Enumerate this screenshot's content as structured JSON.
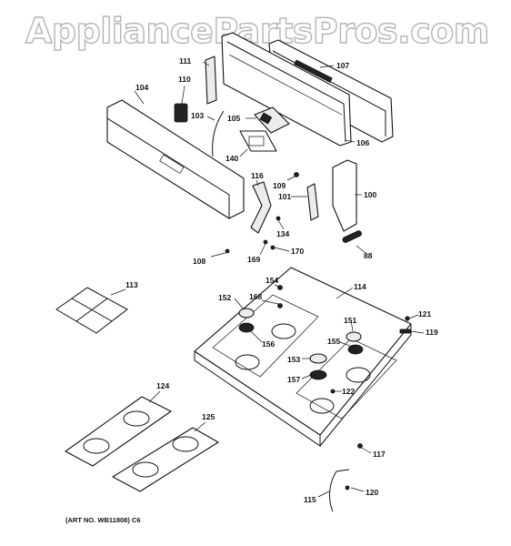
{
  "watermark": "AppliancePartsPros.com",
  "art_number": "(ART NO. WB11808) C6",
  "labels": {
    "p104": "104",
    "p110": "110",
    "p111": "111",
    "p107": "107",
    "p103": "103",
    "p105": "105",
    "p106": "106",
    "p140": "140",
    "p109": "109",
    "p116": "116",
    "p101": "101",
    "p100": "100",
    "p134": "134",
    "p108": "108",
    "p170": "170",
    "p88": "88",
    "p169": "169",
    "p113": "113",
    "p154": "154",
    "p114": "114",
    "p152": "152",
    "p168": "168",
    "p121": "121",
    "p151": "151",
    "p119": "119",
    "p156": "156",
    "p155": "155",
    "p153": "153",
    "p157": "157",
    "p122": "122",
    "p124": "124",
    "p125": "125",
    "p117": "117",
    "p120": "120",
    "p115": "115"
  }
}
